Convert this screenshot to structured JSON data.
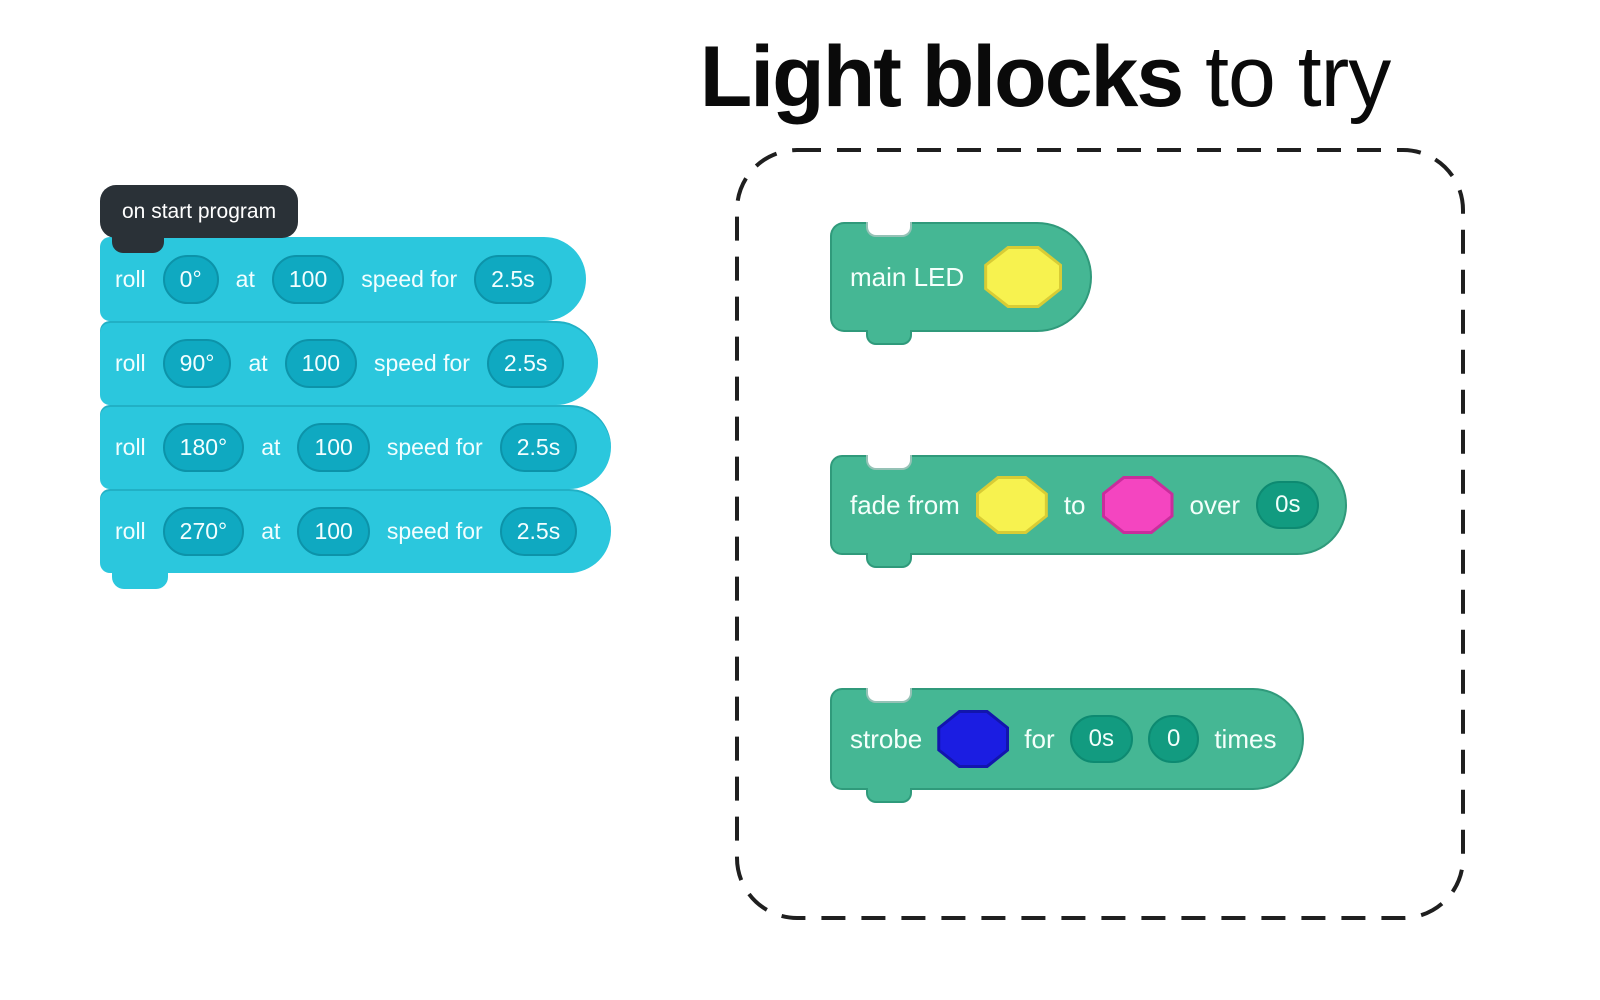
{
  "title": {
    "bold": "Light blocks",
    "regular": " to try"
  },
  "program": {
    "start_block": {
      "label": "on start program"
    },
    "roll_blocks": [
      {
        "label": "roll",
        "angle": "0°",
        "at_label": "at",
        "speed": "100",
        "speed_for_label": "speed for",
        "duration": "2.5s"
      },
      {
        "label": "roll",
        "angle": "90°",
        "at_label": "at",
        "speed": "100",
        "speed_for_label": "speed for",
        "duration": "2.5s"
      },
      {
        "label": "roll",
        "angle": "180°",
        "at_label": "at",
        "speed": "100",
        "speed_for_label": "speed for",
        "duration": "2.5s"
      },
      {
        "label": "roll",
        "angle": "270°",
        "at_label": "at",
        "speed": "100",
        "speed_for_label": "speed for",
        "duration": "2.5s"
      }
    ]
  },
  "light_blocks": {
    "main_led": {
      "label": "main LED",
      "swatch": "yellow"
    },
    "fade": {
      "from_label": "fade from",
      "from_swatch": "yellow",
      "to_label": "to",
      "to_swatch": "pink",
      "over_label": "over",
      "duration": "0s"
    },
    "strobe": {
      "label": "strobe",
      "swatch": "blue",
      "for_label": "for",
      "duration": "0s",
      "count": "0",
      "times_label": "times"
    }
  },
  "colors": {
    "cyan_block": "#2bc7dd",
    "cyan_chip": "#0fa9c1",
    "dark_block": "#2a3137",
    "green_block": "#45b794",
    "green_chip": "#129b80",
    "swatch_yellow": "#f7f24f",
    "swatch_pink": "#f445c0",
    "swatch_blue": "#1b1de2"
  }
}
